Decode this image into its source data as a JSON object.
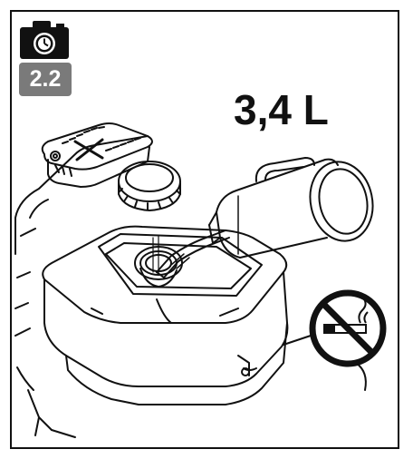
{
  "step": {
    "number": "2.2",
    "icon": "camera-icon"
  },
  "fuel": {
    "volume_label": "3,4 L"
  },
  "icons": {
    "warning": "no-smoking-icon",
    "illustration": "fuel-pouring-illustration"
  },
  "colors": {
    "badge_background": "#7a7a7a",
    "line": "#111111",
    "background": "#ffffff"
  }
}
